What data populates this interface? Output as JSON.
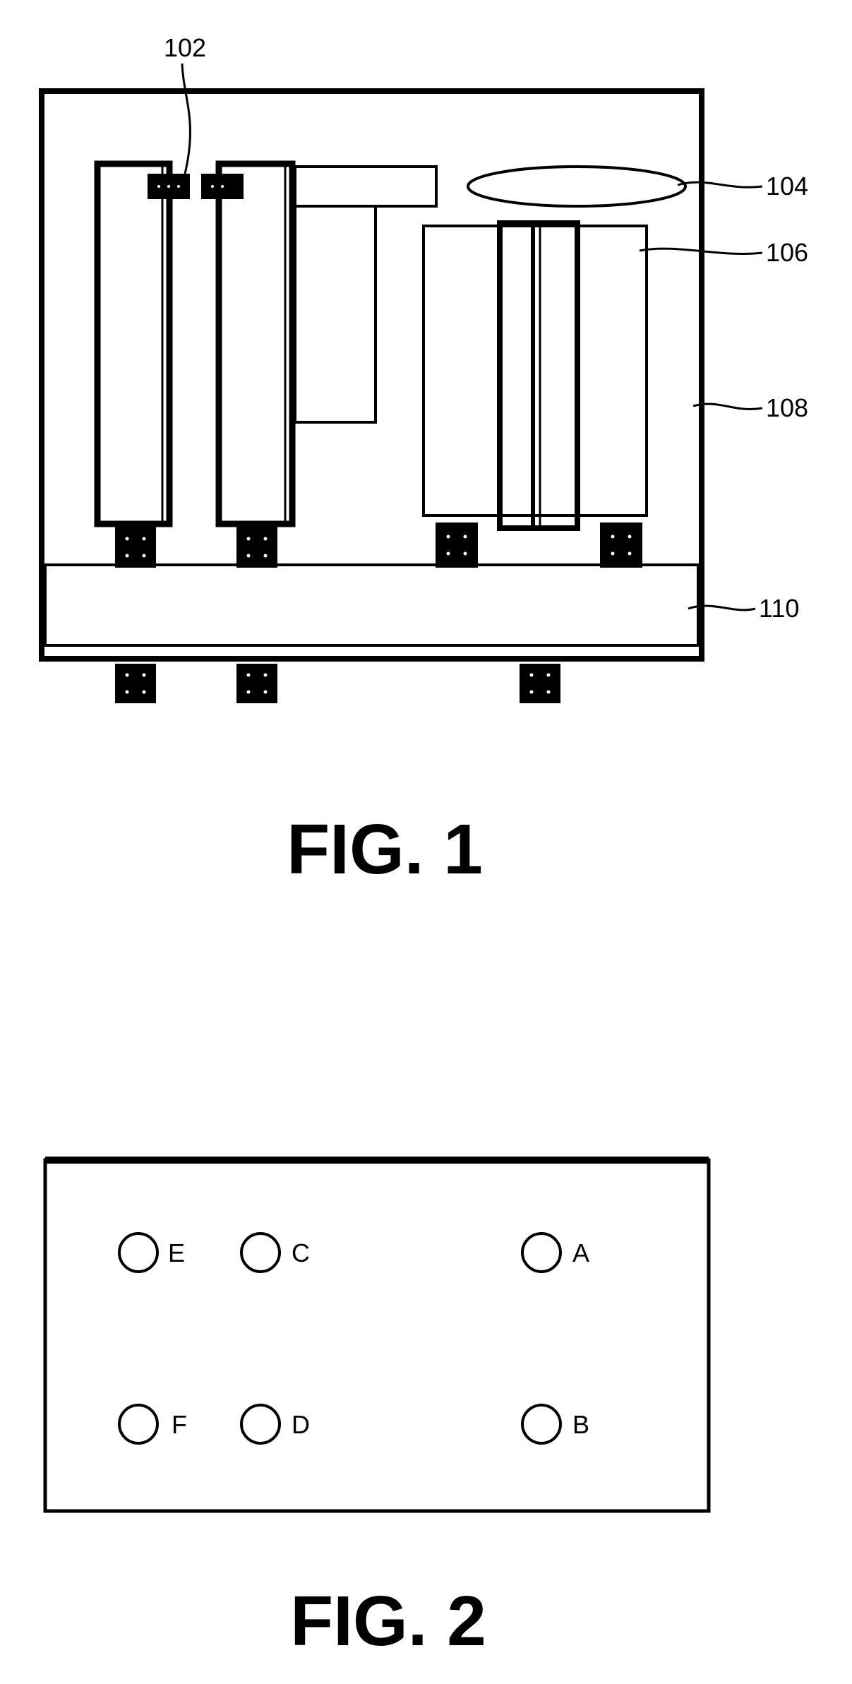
{
  "figure1": {
    "caption": "FIG. 1",
    "labels": {
      "ref_102": "102",
      "ref_104": "104",
      "ref_106": "106",
      "ref_108": "108",
      "ref_110": "110"
    }
  },
  "figure2": {
    "caption": "FIG. 2",
    "points": {
      "a": "A",
      "b": "B",
      "c": "C",
      "d": "D",
      "e": "E",
      "f": "F"
    }
  },
  "colors": {
    "ink": "#000000",
    "paper": "#ffffff"
  }
}
